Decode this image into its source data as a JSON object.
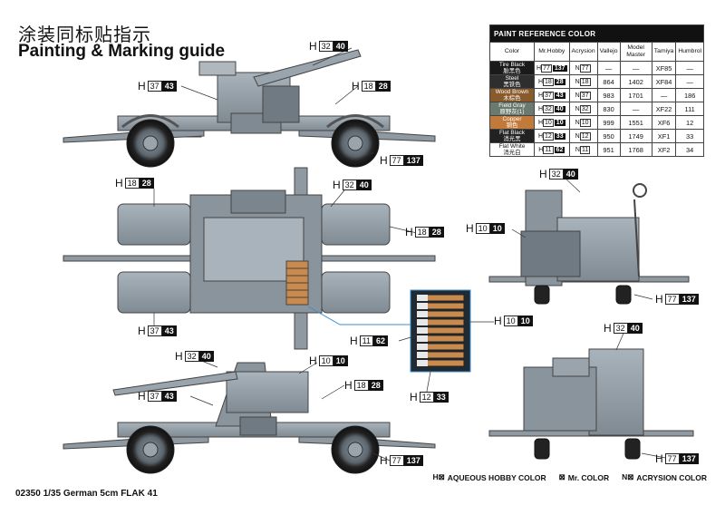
{
  "title_cn": "涂装同标贴指示",
  "title_en": "Painting & Marking guide",
  "footer": "02350 1/35 German 5cm FLAK 41",
  "legend": [
    {
      "symbol": "H⊠",
      "label": "AQUEOUS HOBBY COLOR"
    },
    {
      "symbol": "⊠",
      "label": "Mr. COLOR"
    },
    {
      "symbol": "N⊠",
      "label": "ACRYSION COLOR"
    }
  ],
  "paint_table": {
    "caption": "PAINT  REFERENCE COLOR",
    "headers": [
      "Color",
      "Mr.Hobby",
      "Acrysion",
      "Vallejo",
      "Model Master",
      "Tamiya",
      "Humbrol"
    ],
    "rows": [
      {
        "name": "Tire Black",
        "cn": "胎黑色",
        "swatch": "#1a1a1a",
        "text": "#ffffff",
        "h1": "77",
        "h2": "137",
        "n": "77",
        "vallejo": "—",
        "mm": "—",
        "tamiya": "XF85",
        "humbrol": "—"
      },
      {
        "name": "Steel",
        "cn": "黑铁色",
        "swatch": "#2e2e2e",
        "text": "#ffffff",
        "h1": "18",
        "h2": "28",
        "n": "18",
        "vallejo": "864",
        "mm": "1402",
        "tamiya": "XF84",
        "humbrol": "—"
      },
      {
        "name": "Wood Brown",
        "cn": "木棕色",
        "swatch": "#8a5a2b",
        "text": "#ffffff",
        "h1": "37",
        "h2": "43",
        "n": "37",
        "vallejo": "983",
        "mm": "1701",
        "tamiya": "—",
        "humbrol": "186"
      },
      {
        "name": "Field Gray",
        "cn": "原野灰(1)",
        "swatch": "#6b7a6e",
        "text": "#ffffff",
        "h1": "32",
        "h2": "40",
        "n": "32",
        "vallejo": "830",
        "mm": "—",
        "tamiya": "XF22",
        "humbrol": "111"
      },
      {
        "name": "Copper",
        "cn": "铜色",
        "swatch": "#c27a3a",
        "text": "#ffffff",
        "h1": "10",
        "h2": "10",
        "n": "10",
        "vallejo": "999",
        "mm": "1551",
        "tamiya": "XF6",
        "humbrol": "12"
      },
      {
        "name": "Flat Black",
        "cn": "消光黑",
        "swatch": "#222222",
        "text": "#ffffff",
        "h1": "12",
        "h2": "33",
        "n": "12",
        "vallejo": "950",
        "mm": "1749",
        "tamiya": "XF1",
        "humbrol": "33"
      },
      {
        "name": "Flat White",
        "cn": "消光白",
        "swatch": "#ffffff",
        "text": "#111111",
        "h1": "11",
        "h2": "62",
        "n": "11",
        "vallejo": "951",
        "mm": "1768",
        "tamiya": "XF2",
        "humbrol": "34"
      }
    ]
  },
  "callouts": [
    {
      "id": "top-barrel",
      "h": "H",
      "c1": "32",
      "c2": "40"
    },
    {
      "id": "top-left",
      "h": "H",
      "c1": "37",
      "c2": "43"
    },
    {
      "id": "top-mid",
      "h": "H",
      "c1": "18",
      "c2": "28"
    },
    {
      "id": "top-tire",
      "h": "H",
      "c1": "77",
      "c2": "137"
    },
    {
      "id": "mid-top-left",
      "h": "H",
      "c1": "18",
      "c2": "28"
    },
    {
      "id": "mid-top-right",
      "h": "H",
      "c1": "32",
      "c2": "40"
    },
    {
      "id": "mid-right",
      "h": "H",
      "c1": "18",
      "c2": "28"
    },
    {
      "id": "mid-bottom-left",
      "h": "H",
      "c1": "37",
      "c2": "43"
    },
    {
      "id": "ammo-copper",
      "h": "H",
      "c1": "10",
      "c2": "10"
    },
    {
      "id": "ammo-white",
      "h": "H",
      "c1": "11",
      "c2": "62"
    },
    {
      "id": "ammo-black",
      "h": "H",
      "c1": "12",
      "c2": "33"
    },
    {
      "id": "bot-barrel",
      "h": "H",
      "c1": "32",
      "c2": "40"
    },
    {
      "id": "bot-copper",
      "h": "H",
      "c1": "10",
      "c2": "10"
    },
    {
      "id": "bot-left",
      "h": "H",
      "c1": "37",
      "c2": "43"
    },
    {
      "id": "bot-mid",
      "h": "H",
      "c1": "18",
      "c2": "28"
    },
    {
      "id": "bot-tire",
      "h": "H",
      "c1": "77",
      "c2": "137"
    },
    {
      "id": "front-top",
      "h": "H",
      "c1": "32",
      "c2": "40"
    },
    {
      "id": "front-left",
      "h": "H",
      "c1": "10",
      "c2": "10"
    },
    {
      "id": "front-tire",
      "h": "H",
      "c1": "77",
      "c2": "137"
    },
    {
      "id": "rear-top",
      "h": "H",
      "c1": "32",
      "c2": "40"
    },
    {
      "id": "rear-tire",
      "h": "H",
      "c1": "77",
      "c2": "137"
    }
  ]
}
